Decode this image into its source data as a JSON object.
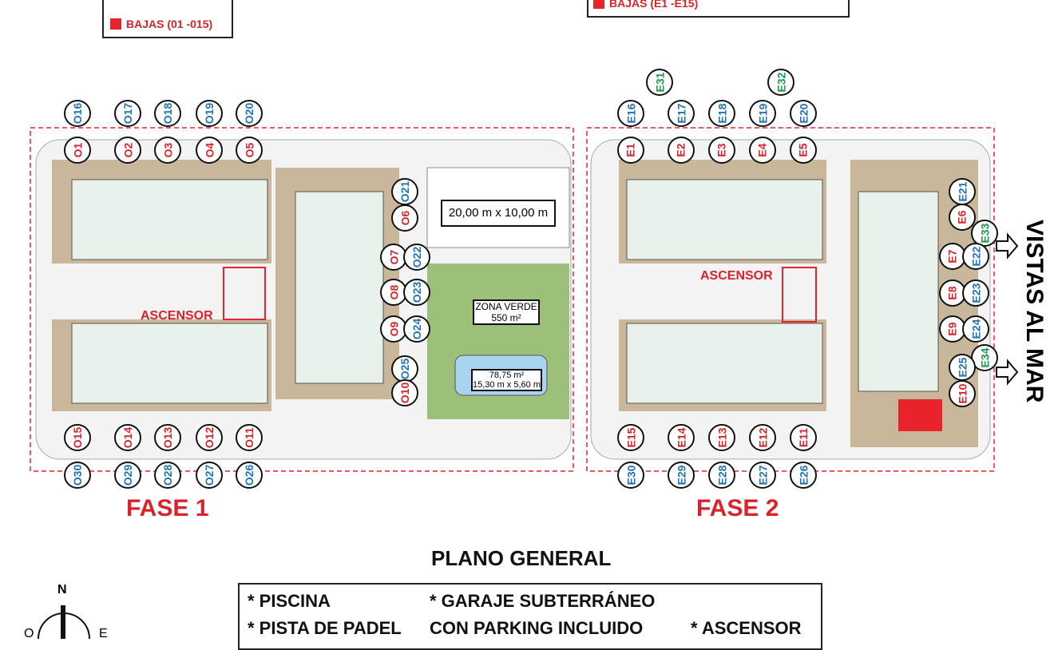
{
  "legend_left": {
    "bajas": "BAJAS (01 -015)"
  },
  "legend_right": {
    "bajas": "BAJAS (E1 -E15)"
  },
  "colors": {
    "bajas": "#d9232b",
    "altas": "#1f73b7",
    "extra": "#1a9a4a",
    "deck": "#c9b79c",
    "pavement": "#e6e6e6",
    "garden": "#9cbf7a",
    "pool": "#a9d4f0",
    "boundary": "#e8232b"
  },
  "fase1": {
    "label": "FASE 1",
    "ascensor": "ASCENSOR",
    "top_outer": [
      "O16",
      "O17",
      "O18",
      "O19",
      "O20"
    ],
    "top_inner": [
      "O1",
      "O2",
      "O3",
      "O4",
      "O5"
    ],
    "right": [
      "O21",
      "O6",
      "O7",
      "O22",
      "O8",
      "O23",
      "O9",
      "O24",
      "O25",
      "O10"
    ],
    "bottom_inner": [
      "O15",
      "O14",
      "O13",
      "O12",
      "O11"
    ],
    "bottom_outer": [
      "O30",
      "O29",
      "O28",
      "O27",
      "O26"
    ]
  },
  "fase2": {
    "label": "FASE 2",
    "ascensor": "ASCENSOR",
    "extra_top": [
      "E31",
      "E32"
    ],
    "top_outer": [
      "E16",
      "E17",
      "E18",
      "E19",
      "E20"
    ],
    "top_inner": [
      "E1",
      "E2",
      "E3",
      "E4",
      "E5"
    ],
    "right": [
      "E21",
      "E6",
      "E33",
      "E7",
      "E22",
      "E8",
      "E23",
      "E9",
      "E24",
      "E34",
      "E25",
      "E10"
    ],
    "bottom_inner": [
      "E15",
      "E14",
      "E13",
      "E12",
      "E11"
    ],
    "bottom_outer": [
      "E30",
      "E29",
      "E28",
      "E27",
      "E26"
    ]
  },
  "amenities": {
    "padel": "20,00 m x 10,00 m",
    "zona_verde": "ZONA VERDE",
    "zona_verde_area": "550 m²",
    "pool_area": "78,75 m²",
    "pool_dims": "15,30 m x 5,60 m"
  },
  "vistas": "VISTAS AL MAR",
  "plan_title": "PLANO GENERAL",
  "compass": {
    "n": "N",
    "o": "O",
    "e": "E"
  },
  "features": {
    "piscina": "* PISCINA",
    "padel": "* PISTA DE PADEL",
    "garaje": "* GARAJE SUBTERRÁNEO",
    "parking": "CON PARKING INCLUIDO",
    "ascensor": "* ASCENSOR"
  }
}
